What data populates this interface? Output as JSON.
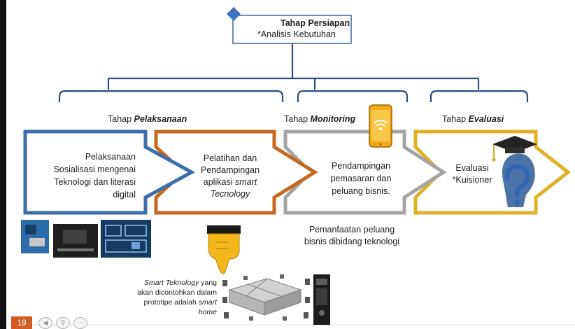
{
  "top_box": {
    "title": "Tahap Persiapan",
    "subtitle": "*Analisis Kebutuhan"
  },
  "stage_labels": {
    "pelaksanaan": {
      "prefix": "Tahap ",
      "name": "Pelaksanaan"
    },
    "monitoring": {
      "prefix": "Tahap ",
      "name": "Monitoring"
    },
    "evaluasi": {
      "prefix": "Tahap ",
      "name": "Evaluasi"
    }
  },
  "arrows": {
    "sosialisasi": [
      "Pelaksanaan",
      "Sosialisasi mengenai",
      "Teknologi dan literasi",
      "digital"
    ],
    "pelatihan": {
      "line1": "Pelatihan dan",
      "line2": "Pendampingan",
      "line3": "aplikasi ",
      "line3_italic": "smart",
      "line4": "Tecnology"
    },
    "pendampingan": [
      "Pendampingan",
      "pemasaran dan",
      "peluang bisnis."
    ],
    "evaluasi": [
      "Evaluasi",
      "*Kuisioner"
    ]
  },
  "monitoring_note": [
    "Pemanfaatan peluang",
    "bisnis dibidang teknologi"
  ],
  "smart_note": {
    "line1_italic": "Smart Teknology",
    "line1_rest": " yang",
    "line2": "akan dicontohkan dalam",
    "line3_prefix": "prototipe adalah ",
    "line3_italic": "smart",
    "line4_italic": "home"
  },
  "slide_number": "19",
  "controls": [
    "back-icon",
    "zoom-icon",
    "more-icon"
  ],
  "colors": {
    "blue": "#3e6eaa",
    "orange": "#c5671f",
    "gray": "#a4a4a4",
    "gold": "#e0b127",
    "bracket": "#2a4c82",
    "diamond": "#3f74bb"
  }
}
